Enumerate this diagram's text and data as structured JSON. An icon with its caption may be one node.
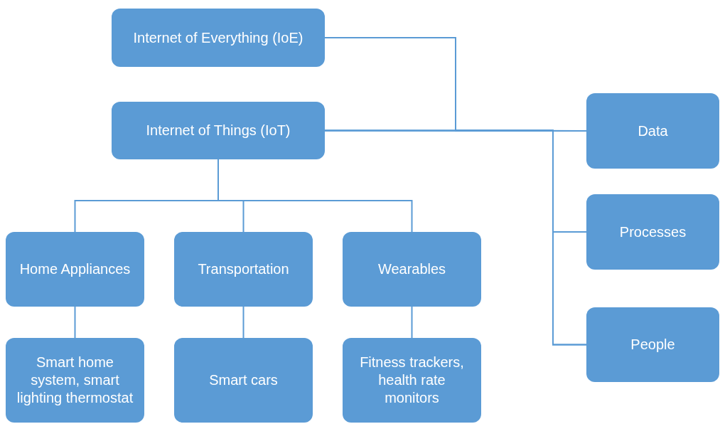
{
  "diagram": {
    "nodes": [
      {
        "text": [
          "Internet of Everything (IoE)"
        ]
      },
      {
        "text": [
          "Internet of Things (IoT)"
        ]
      },
      {
        "text": [
          "Home Appliances"
        ]
      },
      {
        "text": [
          "Transportation"
        ]
      },
      {
        "text": [
          "Wearables"
        ]
      },
      {
        "text": [
          "Smart home system, smart lighting thermostat"
        ]
      },
      {
        "text": [
          "Smart cars"
        ]
      },
      {
        "text": [
          "Fitness trackers, health rate monitors"
        ]
      },
      {
        "text": [
          "Data"
        ]
      },
      {
        "text": [
          "Processes"
        ]
      },
      {
        "text": [
          "People"
        ]
      }
    ],
    "edges": [
      {
        "from": 0,
        "to": 8,
        "arrow": "none"
      },
      {
        "from": 1,
        "to": 8,
        "arrow": "none"
      },
      {
        "from": 0,
        "to": 9,
        "arrow": "none"
      },
      {
        "from": 1,
        "to": 9,
        "arrow": "none"
      },
      {
        "from": 0,
        "to": 10,
        "arrow": "none"
      },
      {
        "from": 1,
        "to": 10,
        "arrow": "none"
      },
      {
        "from": 1,
        "to": 2,
        "arrow": "none"
      },
      {
        "from": 1,
        "to": 3,
        "arrow": "none"
      },
      {
        "from": 1,
        "to": 4,
        "arrow": "none"
      },
      {
        "from": 2,
        "to": 5,
        "arrow": "none"
      },
      {
        "from": 3,
        "to": 6,
        "arrow": "none"
      },
      {
        "from": 4,
        "to": 7,
        "arrow": "none"
      }
    ]
  }
}
